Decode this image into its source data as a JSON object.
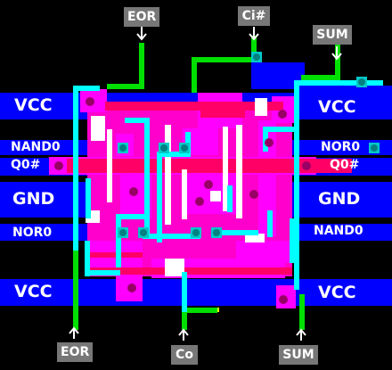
{
  "pins": {
    "top": [
      "EOR",
      "Ci#",
      "SUM"
    ],
    "bottom": [
      "EOR",
      "Co",
      "SUM"
    ]
  },
  "rails": {
    "vcc_left_top": "VCC",
    "vcc_right_top": "VCC",
    "gnd_left": "GND",
    "gnd_right": "GND",
    "vcc_left_bottom": "VCC",
    "vcc_right_bottom": "VCC"
  },
  "signals": {
    "nand0_left": "NAND0",
    "nor0_right": "NOR0",
    "q0b_left": "Q0#",
    "q0b_right": "Q0#",
    "nor0_left": "NOR0",
    "nand0_right": "NAND0"
  },
  "colors": {
    "metal1": "#0000ff",
    "metal2": "#00e000",
    "poly": "#ff00ff",
    "diff": "#ff0066",
    "contact": "#00ffff",
    "via": "#008080",
    "tag_bg": "#777777"
  }
}
